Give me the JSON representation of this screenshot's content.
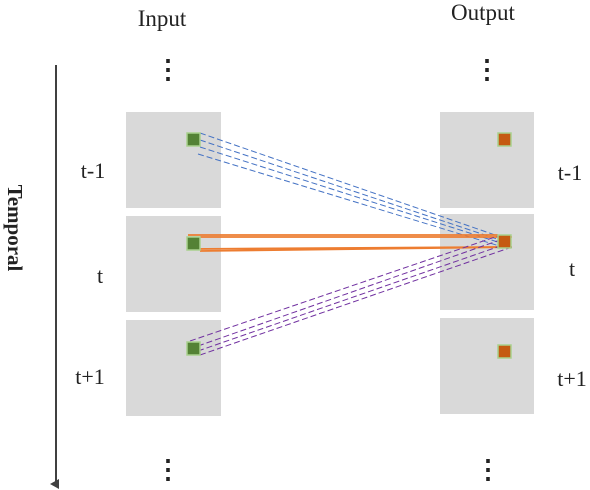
{
  "titles": {
    "input": "Input",
    "output": "Output"
  },
  "axis": {
    "label": "Temporal"
  },
  "time_labels": {
    "prev": "t-1",
    "cur": "t",
    "next": "t+1"
  },
  "ellipsis": "⋮",
  "colors": {
    "panel": "#d9d9d9",
    "input_pixel": "#548235",
    "output_pixel": "#c55a11",
    "pixel_border": "#a9d18e",
    "link_prev": "#4472c4",
    "link_cur": "#ed7d31",
    "link_next": "#7030a0",
    "axis_arrow": "#404040"
  }
}
